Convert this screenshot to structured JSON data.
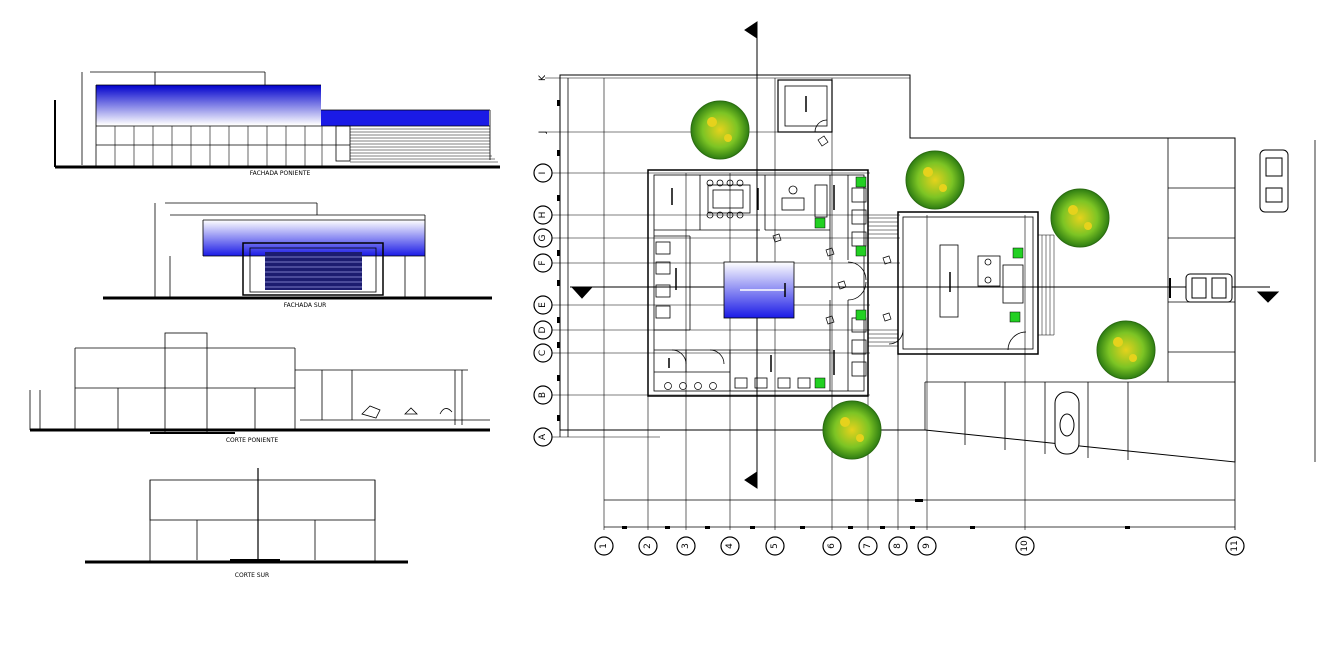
{
  "elevations": [
    {
      "key": "fachada_poniente",
      "title": "FACHADA PONIENTE"
    },
    {
      "key": "fachada_sur",
      "title": "FACHADA SUR"
    },
    {
      "key": "corte_poniente",
      "title": "CORTE PONIENTE"
    },
    {
      "key": "corte_sur",
      "title": "CORTE SUR"
    }
  ],
  "grid_rows": [
    "A",
    "B",
    "C",
    "D",
    "E",
    "F",
    "G",
    "H",
    "I",
    "J",
    "K"
  ],
  "grid_cols": [
    "1",
    "2",
    "3",
    "4",
    "5",
    "6",
    "7",
    "8",
    "9",
    "10",
    "11"
  ],
  "colors": {
    "line": "#000000",
    "glass_blue": "#1a1ae6",
    "tree_green": "#6fbf1f",
    "tree_yellow": "#e6d21c",
    "plant_green": "#22d022"
  },
  "icons": [
    "section-arrow-icon",
    "tree-icon",
    "car-icon",
    "plant-icon",
    "chair-icon"
  ]
}
